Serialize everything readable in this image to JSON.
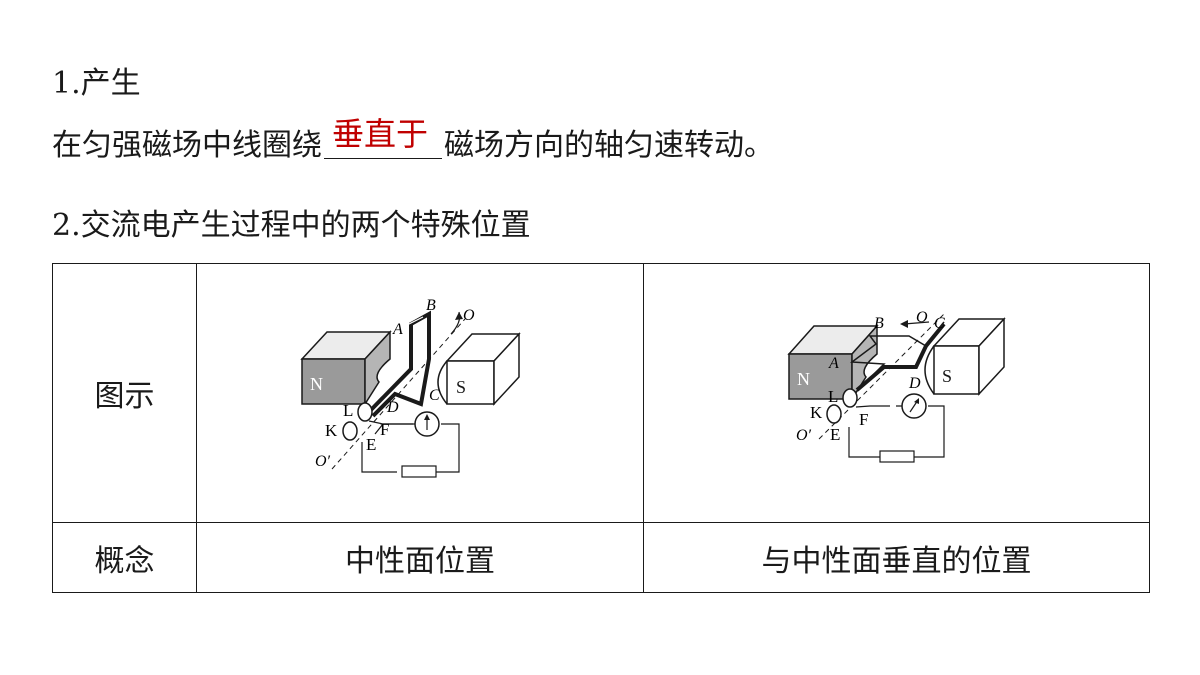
{
  "section1": {
    "heading": "1.产生",
    "text_before": "在匀强磁场中线圈绕",
    "answer": "垂直于",
    "text_after": "磁场方向的轴匀速转动。"
  },
  "section2": {
    "heading": "2.交流电产生过程中的两个特殊位置"
  },
  "table": {
    "row_label_figure": "图示",
    "row_label_concept": "概念",
    "concept_left": "中性面位置",
    "concept_right": "与中性面垂直的位置"
  },
  "figure_labels": {
    "north": "N",
    "south": "S",
    "A": "A",
    "B": "B",
    "C": "C",
    "D": "D",
    "O": "O",
    "O_prime": "O′",
    "K": "K",
    "L": "L",
    "E": "E",
    "F": "F"
  },
  "colors": {
    "answer": "#c00000",
    "magnet_dark": "#9a9a9a",
    "magnet_light": "#ececec"
  }
}
